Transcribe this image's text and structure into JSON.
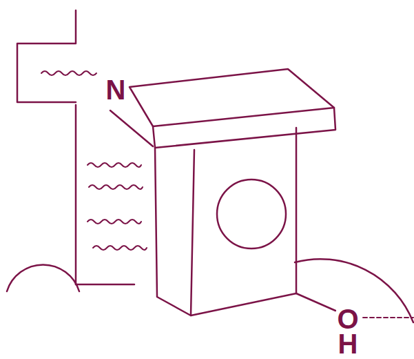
{
  "diagram": {
    "labels": [
      "N",
      "O",
      "H"
    ]
  }
}
